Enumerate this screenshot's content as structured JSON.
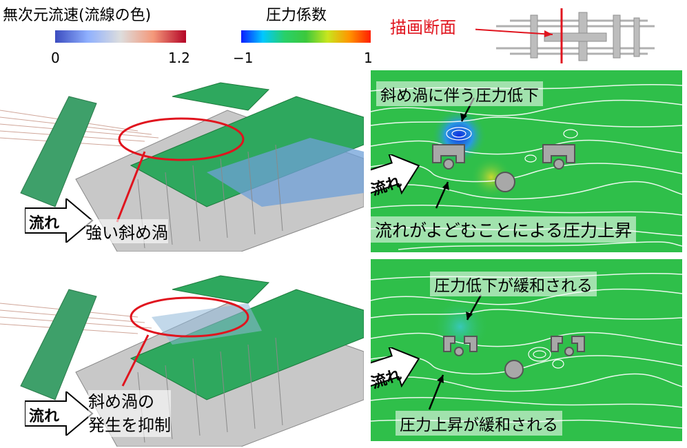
{
  "legend_velocity": {
    "title": "無次元流速(流線の色)",
    "min": "0",
    "max": "1.2",
    "color_low": "#3b4cc0",
    "color_mid": "#dddddd",
    "color_high": "#b40426"
  },
  "legend_pressure": {
    "title": "圧力係数",
    "min": "−1",
    "max": "1"
  },
  "section": {
    "label": "描画断面",
    "color": "#e0141e"
  },
  "top_left": {
    "flow": "流れ",
    "annotation": "強い斜め渦"
  },
  "bottom_left": {
    "flow": "流れ",
    "annotation_line1": "斜め渦の",
    "annotation_line2": "発生を抑制"
  },
  "top_right": {
    "flow": "流れ",
    "callout_top": "斜め渦に伴う圧力低下",
    "callout_bottom": "流れがよどむことによる圧力上昇"
  },
  "bottom_right": {
    "flow": "流れ",
    "callout_top": "圧力低下が緩和される",
    "callout_bottom": "圧力上昇が緩和される"
  },
  "colors": {
    "highlight": "#e0141e",
    "field_green": "#2fbf4a"
  }
}
